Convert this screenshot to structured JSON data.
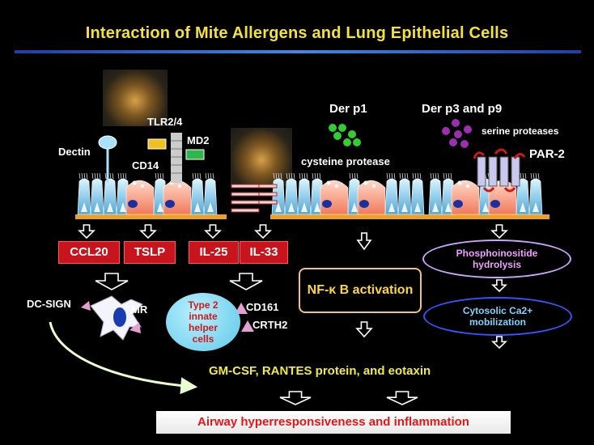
{
  "title": "Interaction of Mite Allergens and Lung Epithelial Cells",
  "receptors": {
    "tlr": "TLR2/4",
    "md2": "MD2",
    "dectin": "Dectin",
    "cd14": "CD14"
  },
  "allergens": {
    "der_p1": "Der p1",
    "cysteine": "cysteine protease",
    "der_p3_p9": "Der p3 and p9",
    "serine": "serine proteases",
    "par2": "PAR-2"
  },
  "cytokines": [
    "CCL20",
    "TSLP",
    "IL-25",
    "IL-33"
  ],
  "dendritic": {
    "dc_sign": "DC-SIGN",
    "mr": "MR"
  },
  "ilc": {
    "line1": "Type 2",
    "line2": "innate",
    "line3": "helper",
    "line4": "cells",
    "cd161": "CD161",
    "crth2": "CRTH2"
  },
  "nfkb": "NF-κ B activation",
  "phospho": {
    "line1": "Phosphoinositide",
    "line2": "hydrolysis"
  },
  "calcium": {
    "line1": "Cytosolic Ca2+",
    "line2": "mobilization"
  },
  "gmcsf": "GM-CSF, RANTES protein, and eotaxin",
  "outcome": "Airway hyperresponsiveness and inflammation",
  "colors": {
    "title": "#f2e23a",
    "cytokine_box": "#c8141c",
    "der_p1_dots": "#33cc33",
    "der_p3_dots": "#9b2fb0",
    "outcome_text": "#e01818"
  }
}
